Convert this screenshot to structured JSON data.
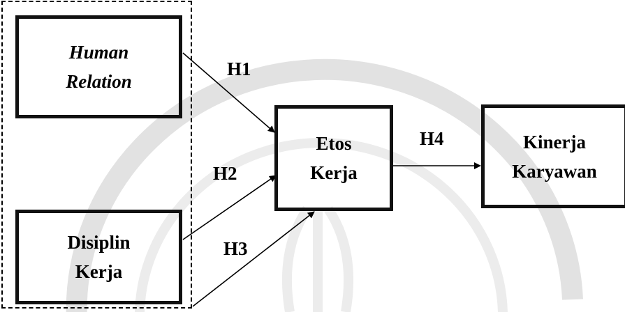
{
  "diagram": {
    "nodes": {
      "human_relation": "Human\nRelation",
      "disiplin_kerja": "Disiplin\nKerja",
      "etos_kerja": "Etos\nKerja",
      "kinerja_karyawan": "Kinerja\nKaryawan"
    },
    "hypotheses": {
      "h1": "H1",
      "h2": "H2",
      "h3": "H3",
      "h4": "H4"
    },
    "edges": [
      {
        "from": "human_relation",
        "to": "etos_kerja",
        "label": "H1"
      },
      {
        "from": "disiplin_kerja",
        "to": "etos_kerja",
        "label": "H2"
      },
      {
        "from": "disiplin_kerja",
        "to": "etos_kerja",
        "label": "H3"
      },
      {
        "from": "etos_kerja",
        "to": "kinerja_karyawan",
        "label": "H4"
      }
    ],
    "colors": {
      "line": "#000000",
      "watermark": "#dcdcdc"
    }
  }
}
